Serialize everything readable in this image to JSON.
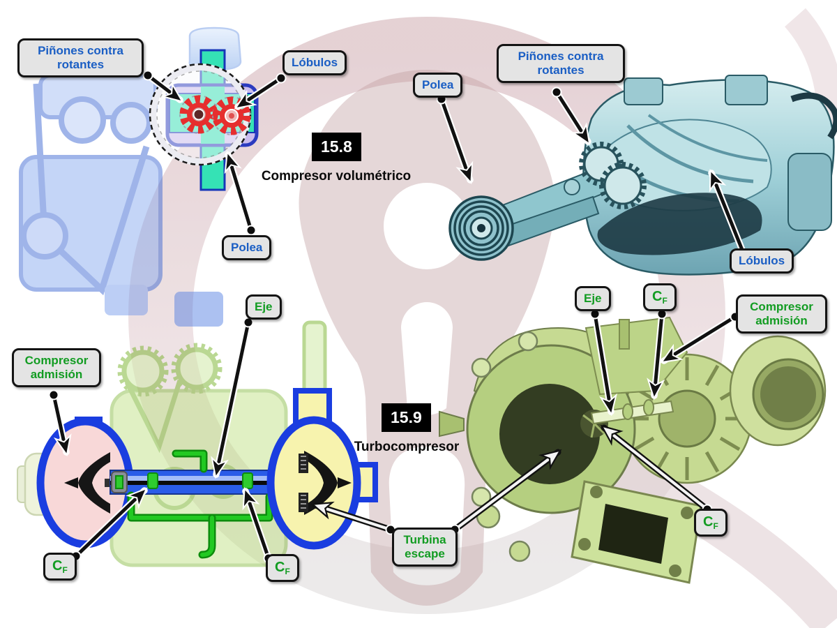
{
  "page": {
    "background": "#ffffff"
  },
  "colors": {
    "label_blue": "#1a5ec4",
    "label_green": "#129c22",
    "callout_bg": "#e4e4e4",
    "callout_border": "#141414",
    "figure_box_bg": "#000000",
    "figure_box_text": "#ffffff",
    "schematic_teal": "#35e2b5",
    "schematic_shaft_blue": "#2a5ce8",
    "schematic_pink": "#f8d8d8",
    "schematic_yellow": "#f7f3ae",
    "oil_line_green": "#22c922",
    "gear_red": "#e62e2e",
    "supercharger_teal": "#9fd0d8",
    "turbo_olive": "#c2d890",
    "watermark_pink": "#dcc2c6"
  },
  "figures": {
    "f158": {
      "number": "15.8",
      "caption": "Compresor volumétrico"
    },
    "f159": {
      "number": "15.9",
      "caption": "Turbocompresor"
    }
  },
  "callouts": {
    "pinones_left": "Piñones contra rotantes",
    "lobulos_left": "Lóbulos",
    "polea_left": "Polea",
    "polea_right": "Polea",
    "pinones_right": "Piñones contra rotantes",
    "lobulos_right": "Lóbulos",
    "compresor_admision_left": "Compresor admisión",
    "eje_left": "Eje",
    "turbina_escape": "Turbina escape",
    "eje_right": "Eje",
    "compresor_admision_right": "Compresor admisión",
    "cf": {
      "main": "C",
      "sub": "F"
    }
  }
}
